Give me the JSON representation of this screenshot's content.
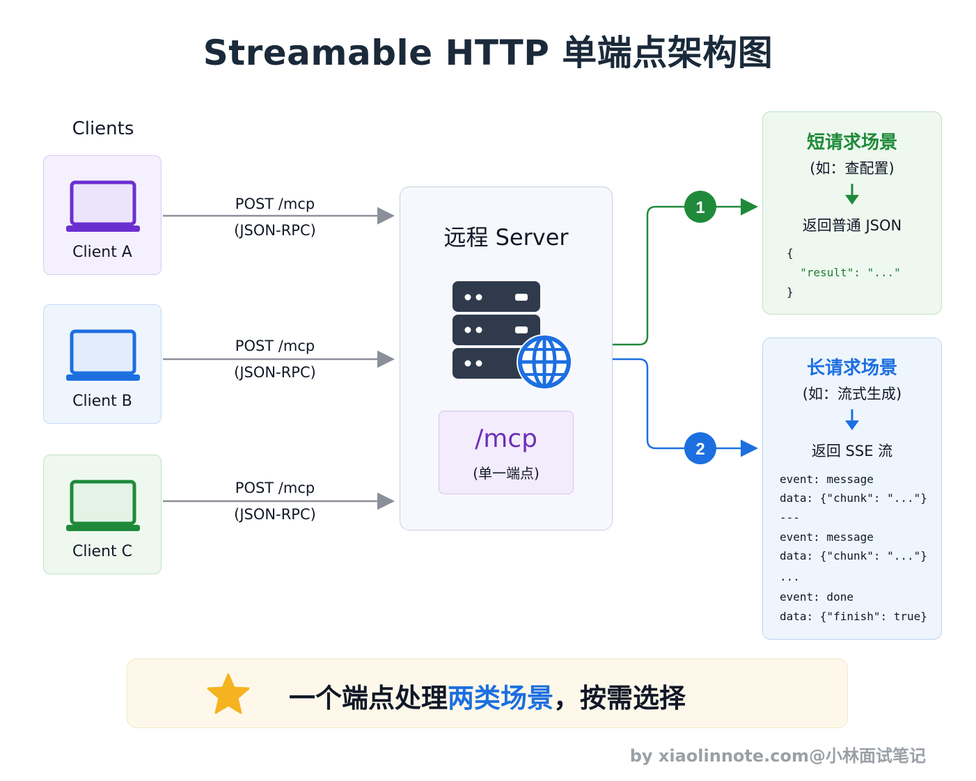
{
  "title": "Streamable HTTP 单端点架构图",
  "clients": {
    "heading": "Clients",
    "items": [
      {
        "label": "Client A",
        "color": "#6b2fd0"
      },
      {
        "label": "Client B",
        "color": "#1d6fe0"
      },
      {
        "label": "Client C",
        "color": "#1f8a3a"
      }
    ]
  },
  "edges": [
    {
      "method": "POST /mcp",
      "protocol": "(JSON-RPC)"
    },
    {
      "method": "POST /mcp",
      "protocol": "(JSON-RPC)"
    },
    {
      "method": "POST /mcp",
      "protocol": "(JSON-RPC)"
    }
  ],
  "server": {
    "title": "远程 Server",
    "endpoint": "/mcp",
    "endpoint_note": "(单一端点)",
    "icon": "server-globe-icon"
  },
  "routes": [
    {
      "badge": "1",
      "color": "#1f8a3a"
    },
    {
      "badge": "2",
      "color": "#1d6fe0"
    }
  ],
  "short_scenario": {
    "title": "短请求场景",
    "subtitle": "(如：查配置)",
    "returns": "返回普通 JSON",
    "code": [
      "{",
      "  \"result\": \"...\"",
      "}"
    ],
    "accent": "#1f8a3a"
  },
  "long_scenario": {
    "title": "长请求场景",
    "subtitle": "(如：流式生成)",
    "returns": "返回 SSE 流",
    "code": [
      "event: message",
      "data: {\"chunk\": \"...\"}",
      "---",
      "event: message",
      "data: {\"chunk\": \"...\"}",
      "...",
      "event: done",
      "data: {\"finish\": true}"
    ],
    "accent": "#1d6fe0"
  },
  "banner": {
    "icon": "star-icon",
    "text_before": "一个端点处理",
    "text_highlight": "两类场景",
    "text_after": "，按需选择"
  },
  "footer": "by xiaolinnote.com@小林面试笔记"
}
